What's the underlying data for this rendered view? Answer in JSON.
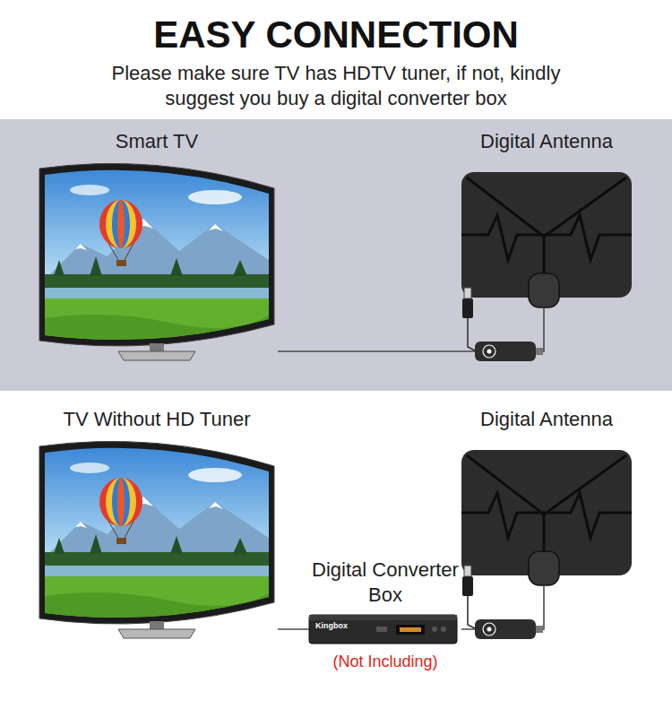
{
  "diagram": {
    "title": "EASY CONNECTION",
    "nodes": [
      {
        "text": [
          "Smart TV"
        ]
      },
      {
        "text": [
          "Digital Antenna"
        ]
      },
      {
        "text": [
          "TV Without HD Tuner"
        ]
      },
      {
        "text": [
          "Digital Antenna"
        ]
      },
      {
        "text": [
          "Digital Converter Box",
          "(Not Including)"
        ]
      }
    ],
    "edges": [
      {
        "from": 1,
        "to": 0,
        "arrow": "none"
      },
      {
        "from": 3,
        "to": 4,
        "arrow": "none"
      },
      {
        "from": 4,
        "to": 2,
        "arrow": "none"
      }
    ],
    "labels": [
      "Please make sure TV has HDTV tuner, if not, kindly suggest you buy a digital converter box",
      "Kingbox"
    ]
  }
}
